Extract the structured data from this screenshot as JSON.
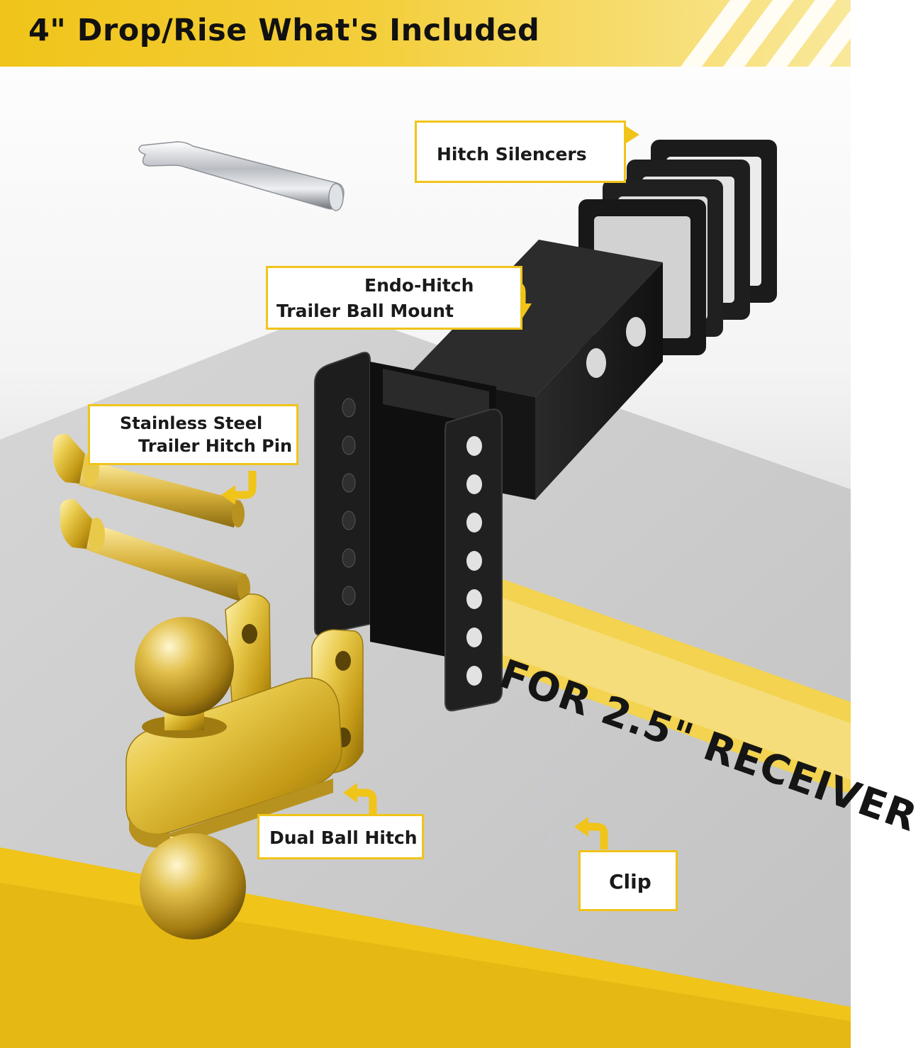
{
  "header": {
    "title": "4\" Drop/Rise What's Included"
  },
  "callouts": {
    "hitch_silencers": "Hitch Silencers",
    "ball_mount_line1": "Endo-Hitch",
    "ball_mount_line2": "Trailer Ball Mount",
    "pin_line1": "Stainless Steel",
    "pin_line2": "Trailer Hitch Pin",
    "dual_ball_hitch": "Dual Ball Hitch",
    "clip": "Clip"
  },
  "banner": {
    "receiver_text": "FOR 2.5\" RECEIVER"
  },
  "colors": {
    "accent_yellow": "#f0c419",
    "gold": "#d8b23c",
    "black_steel": "#1c1c1c",
    "floor_gray": "#c9c9c9"
  }
}
